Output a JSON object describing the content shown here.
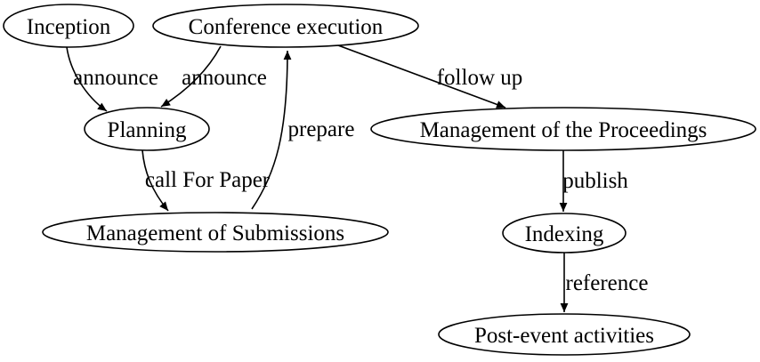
{
  "diagram": {
    "title": "conference workflow graph",
    "background_color": "#ffffff",
    "stroke_color": "#000000",
    "text_color": "#000000",
    "nodes": [
      {
        "id": "inception",
        "label": "Inception"
      },
      {
        "id": "conference-execution",
        "label": "Conference execution"
      },
      {
        "id": "planning",
        "label": "Planning"
      },
      {
        "id": "management-of-the-proceedings",
        "label": "Management of the Proceedings"
      },
      {
        "id": "management-of-submissions",
        "label": "Management of Submissions"
      },
      {
        "id": "indexing",
        "label": "Indexing"
      },
      {
        "id": "post-event-activities",
        "label": "Post-event activities"
      }
    ],
    "edges": [
      {
        "from": "Inception",
        "to": "Planning",
        "label": "announce"
      },
      {
        "from": "Conference execution",
        "to": "Planning",
        "label": "announce"
      },
      {
        "from": "Planning",
        "to": "Management of Submissions",
        "label": "call For Paper"
      },
      {
        "from": "Management of Submissions",
        "to": "Conference execution",
        "label": "prepare"
      },
      {
        "from": "Conference execution",
        "to": "Management of the Proceedings",
        "label": "follow up"
      },
      {
        "from": "Management of the Proceedings",
        "to": "Indexing",
        "label": "publish"
      },
      {
        "from": "Indexing",
        "to": "Post-event activities",
        "label": "reference"
      }
    ]
  }
}
